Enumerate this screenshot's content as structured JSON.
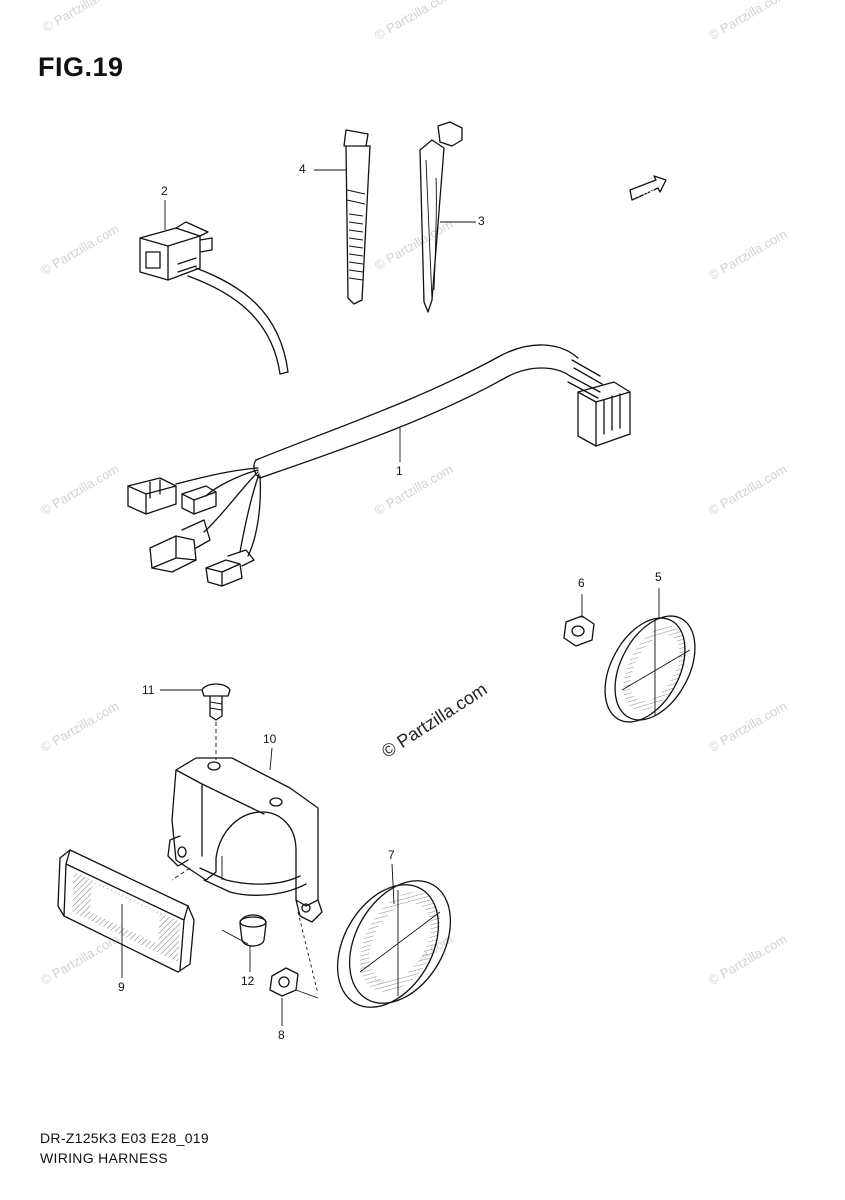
{
  "figure": {
    "title": "FIG.19",
    "model_code": "DR-Z125K3 E03 E28_019",
    "section_name": "WIRING HARNESS",
    "fwd_label": "FWD"
  },
  "watermark": {
    "text": "© Partzilla.com"
  },
  "callouts": [
    {
      "id": "1",
      "label": "1"
    },
    {
      "id": "2",
      "label": "2"
    },
    {
      "id": "3",
      "label": "3"
    },
    {
      "id": "4",
      "label": "4"
    },
    {
      "id": "5",
      "label": "5"
    },
    {
      "id": "6",
      "label": "6"
    },
    {
      "id": "7",
      "label": "7"
    },
    {
      "id": "8",
      "label": "8"
    },
    {
      "id": "9",
      "label": "9"
    },
    {
      "id": "10",
      "label": "10"
    },
    {
      "id": "11",
      "label": "11"
    },
    {
      "id": "12",
      "label": "12"
    }
  ]
}
